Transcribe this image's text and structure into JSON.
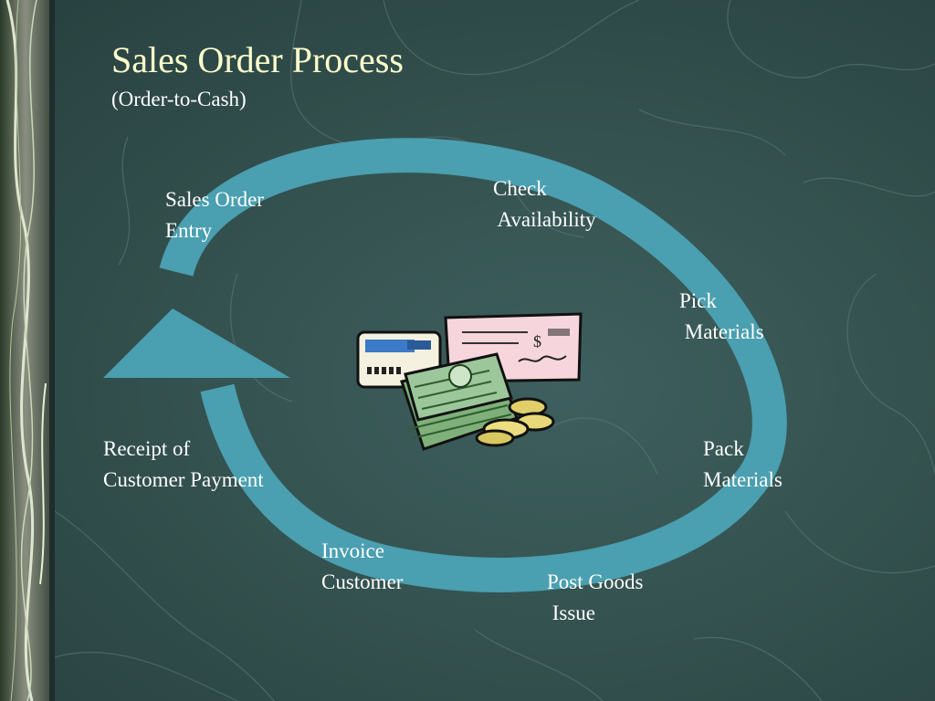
{
  "slide": {
    "title": "Sales Order Process",
    "subtitle": "(Order-to-Cash)"
  },
  "steps": {
    "sales_order_entry": "Sales Order\nEntry",
    "check_availability": "Check\n Availability",
    "pick_materials": "Pick\n Materials",
    "pack_materials": "Pack\nMaterials",
    "post_goods_issue": "Post Goods\n Issue",
    "invoice_customer": "Invoice\nCustomer",
    "receipt_payment": "Receipt of\nCustomer Payment"
  },
  "colors": {
    "background": "#2f4a4a",
    "cycle_arrow": "#4a9fb0",
    "title": "#ffffcc",
    "text": "#ffffff"
  },
  "icons": [
    "money-clipart-icon",
    "credit-card-icon",
    "check-icon",
    "cash-stack-icon",
    "coins-icon"
  ]
}
